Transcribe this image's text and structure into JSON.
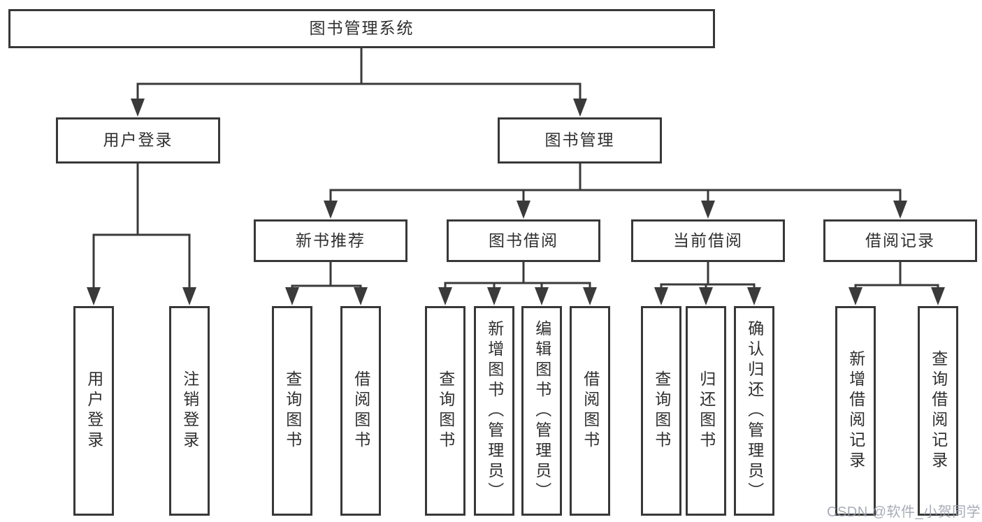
{
  "diagram": {
    "type": "hierarchy-tree",
    "colors": {
      "line": "#3a3a3a",
      "box_border": "#383838",
      "text": "#2f2f2f",
      "background": "#ffffff",
      "watermark": "#989eaa"
    },
    "watermark": "CSDN @软件_小贺同学"
  },
  "tree": {
    "label": "图书管理系统",
    "children": [
      {
        "label": "用户登录",
        "children": [
          {
            "label": "用户登录"
          },
          {
            "label": "注销登录"
          }
        ]
      },
      {
        "label": "图书管理",
        "children": [
          {
            "label": "新书推荐",
            "children": [
              {
                "label": "查询图书"
              },
              {
                "label": "借阅图书"
              }
            ]
          },
          {
            "label": "图书借阅",
            "children": [
              {
                "label": "查询图书"
              },
              {
                "label": "新增图书（管理员）"
              },
              {
                "label": "编辑图书（管理员）"
              },
              {
                "label": "借阅图书"
              }
            ]
          },
          {
            "label": "当前借阅",
            "children": [
              {
                "label": "查询图书"
              },
              {
                "label": "归还图书"
              },
              {
                "label": "确认归还（管理员）"
              }
            ]
          },
          {
            "label": "借阅记录",
            "children": [
              {
                "label": "新增借阅记录"
              },
              {
                "label": "查询借阅记录"
              }
            ]
          }
        ]
      }
    ]
  }
}
